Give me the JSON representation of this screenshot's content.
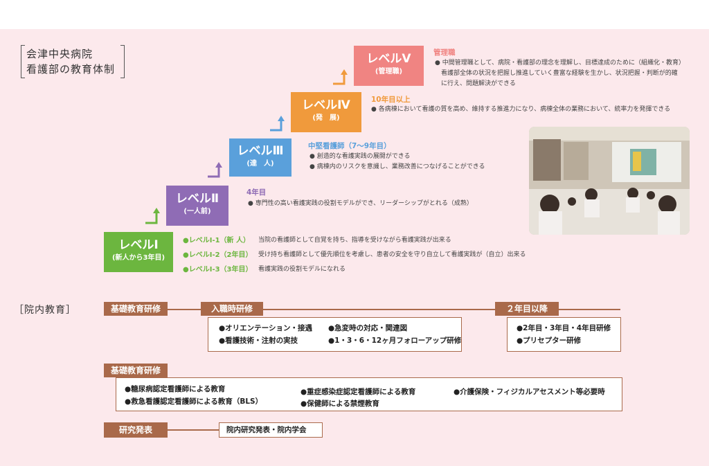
{
  "title": {
    "line1": "会津中央病院",
    "line2": "看護部の教育体制"
  },
  "levels": {
    "l5": {
      "name": "レベルⅤ",
      "sub": "(管理職)",
      "heading": "管理職",
      "desc1": "● 中間管理職として、病院・看護部の理念を理解し、目標達成のために（組織化・教育）",
      "desc2": "看護部全体の状況を把握し推進していく豊富な経験を生かし、状況把握・判断が的確",
      "desc3": "に行え、問題解決ができる"
    },
    "l4": {
      "name": "レベルⅣ",
      "sub": "(発　展)",
      "heading": "10年目以上",
      "desc1": "● 各病棟において看護の質を高め、維持する推進力になり、病棟全体の業務において、統率力を発揮できる"
    },
    "l3": {
      "name": "レベルⅢ",
      "sub": "(達　人)",
      "heading": "中堅看護師（7〜9年目）",
      "desc1": "● 創造的な看護実践の展開ができる",
      "desc2": "● 病棟内のリスクを意識し、業務改善につなげることができる"
    },
    "l2": {
      "name": "レベルⅡ",
      "sub": "(一人前)",
      "heading": "4年目",
      "desc1": "● 専門性の高い看護実践の役割モデルができ、リーダーシップがとれる（成熟）"
    },
    "l1": {
      "name": "レベルⅠ",
      "sub": "(新人から3年目)",
      "rows": [
        {
          "label": "●レベルⅠ-1（新 人）",
          "desc": "当院の看護師として自覚を持ち、指導を受けながら看護実践が出来る"
        },
        {
          "label": "●レベルⅠ-2（2年目）",
          "desc": "受け持ち看護師として優先順位を考慮し、患者の安全を守り自立して看護実践が（自立）出来る"
        },
        {
          "label": "●レベルⅠ-3（3年目）",
          "desc": "看護実践の役割モデルになれる"
        }
      ]
    }
  },
  "colors": {
    "l1": "#6cb63f",
    "l2": "#8f6cb5",
    "l3": "#5aa0db",
    "l4": "#f09a3c",
    "l5": "#f08482",
    "brown": "#a9694a"
  },
  "inhouse": {
    "label": "［院内教育］",
    "tag1": "基礎教育研修",
    "tag_entry": "入職時研修",
    "tag_year2": "２年目以降",
    "entry_items": [
      "●オリエンテーション・接遇",
      "●看護技術・注射の実技",
      "●急変時の対応・関連図",
      "●1・3・6・12ヶ月フォローアップ研修"
    ],
    "year2_items": [
      "●2年目・3年目・4年目研修",
      "●プリセプター研修"
    ],
    "tag2": "基礎教育研修",
    "basic_items": [
      "●糖尿病認定看護師による教育",
      "●救急看護認定看護師による教育（BLS）",
      "●重症感染症認定看護師による教育",
      "●保健師による禁煙教育",
      "●介護保険・フィジカルアセスメント等必要時"
    ],
    "tag3": "研究発表",
    "research_item": "院内研究発表・院内学会"
  }
}
